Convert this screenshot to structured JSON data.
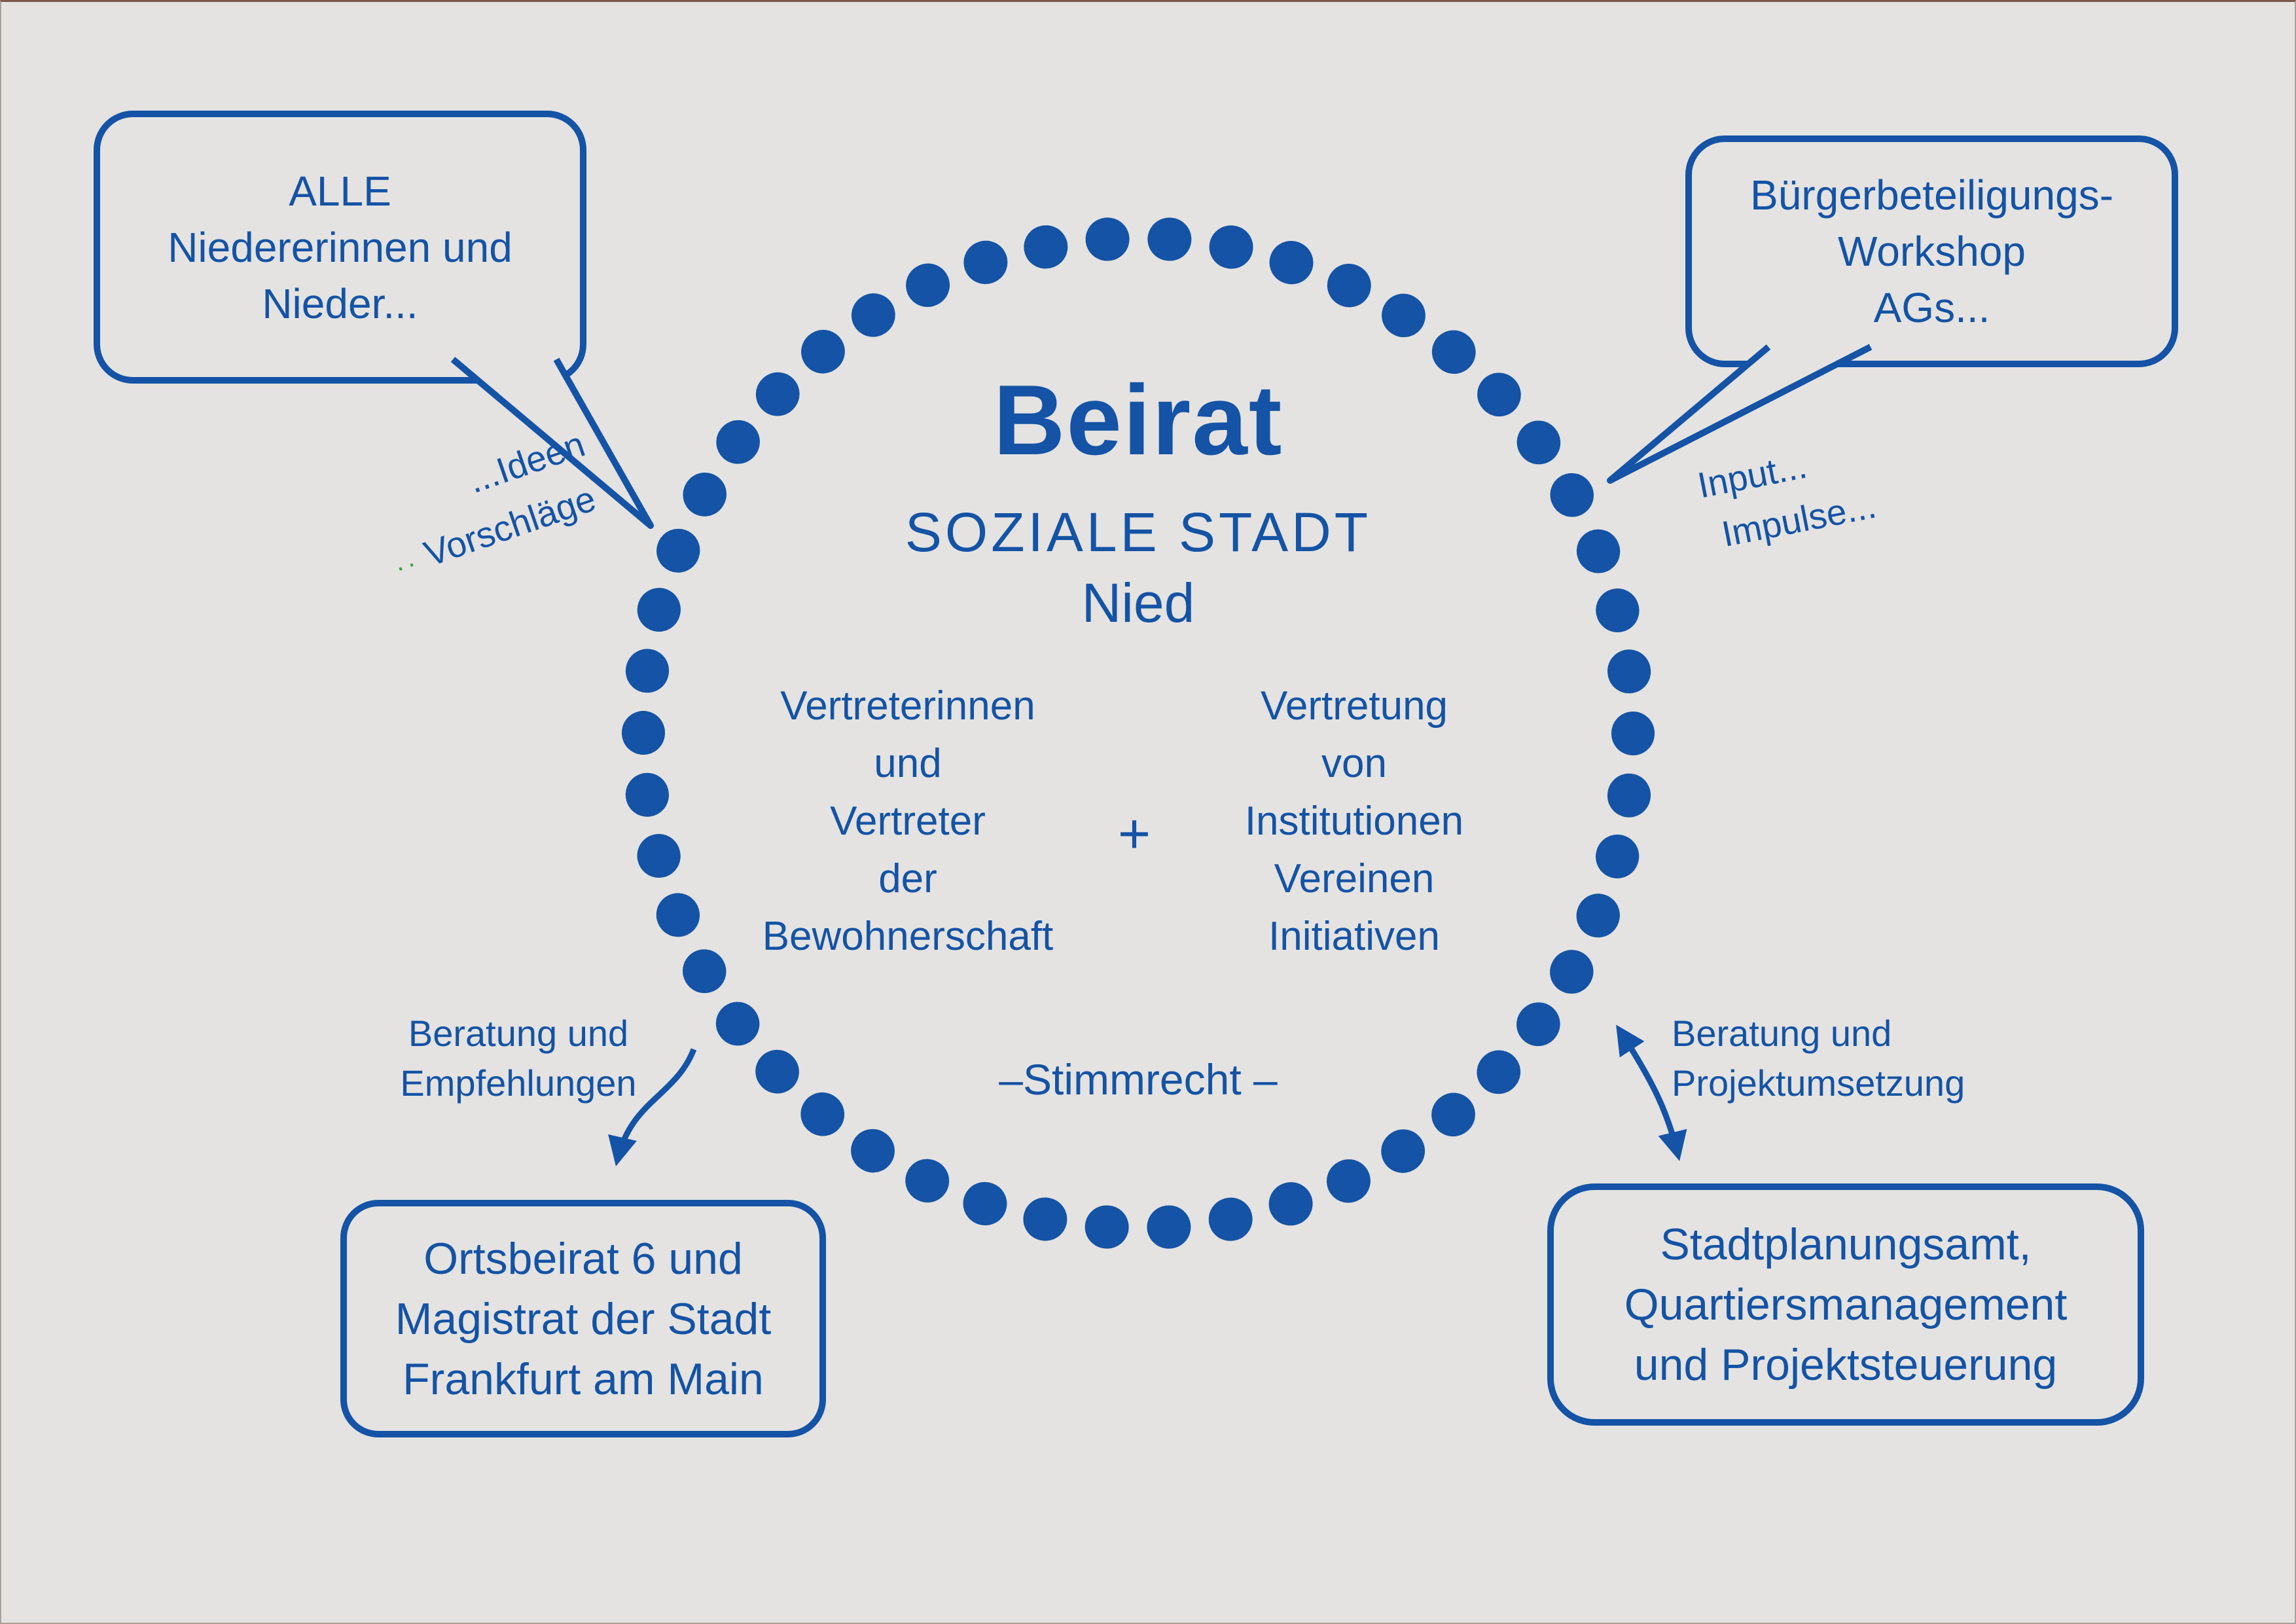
{
  "diagram": {
    "title": "Beirat",
    "subtitle": "SOZIALE STADT",
    "place": "Nied",
    "left_column": {
      "lines": [
        "Vertreterinnen",
        "und",
        "Vertreter",
        "der",
        "Bewohnerschaft"
      ]
    },
    "plus_sign": "+",
    "right_column": {
      "lines": [
        "Vertretung",
        "von",
        "Institutionen",
        "Vereinen",
        "Initiativen"
      ]
    },
    "voting_note": "–Stimmrecht –"
  },
  "bubbles": {
    "top_left": {
      "lines": [
        "ALLE",
        "Niedererinnen und",
        "Nieder..."
      ]
    },
    "top_right": {
      "lines": [
        "Bürgerbeteiligungs-",
        "Workshop",
        "AGs..."
      ]
    },
    "bottom_left": {
      "lines": [
        "Ortsbeirat 6 und",
        "Magistrat der Stadt",
        "Frankfurt am Main"
      ]
    },
    "bottom_right": {
      "lines": [
        "Stadtplanungsamt,",
        "Quartiersmanagement",
        "und Projektsteuerung"
      ]
    }
  },
  "annotations": {
    "ideen_line1": "...Ideen",
    "ideen_line2": "Vorschläge",
    "green_mark": "··",
    "input_line1": "Input...",
    "input_line2": "Impulse...",
    "advice_left_line1": "Beratung und",
    "advice_left_line2": "Empfehlungen",
    "advice_right_line1": "Beratung und",
    "advice_right_line2": "Projektumsetzung"
  },
  "colors": {
    "accent_blue": "#1453a5",
    "background": "#e4e3e1",
    "green_mark": "#3fa047"
  }
}
